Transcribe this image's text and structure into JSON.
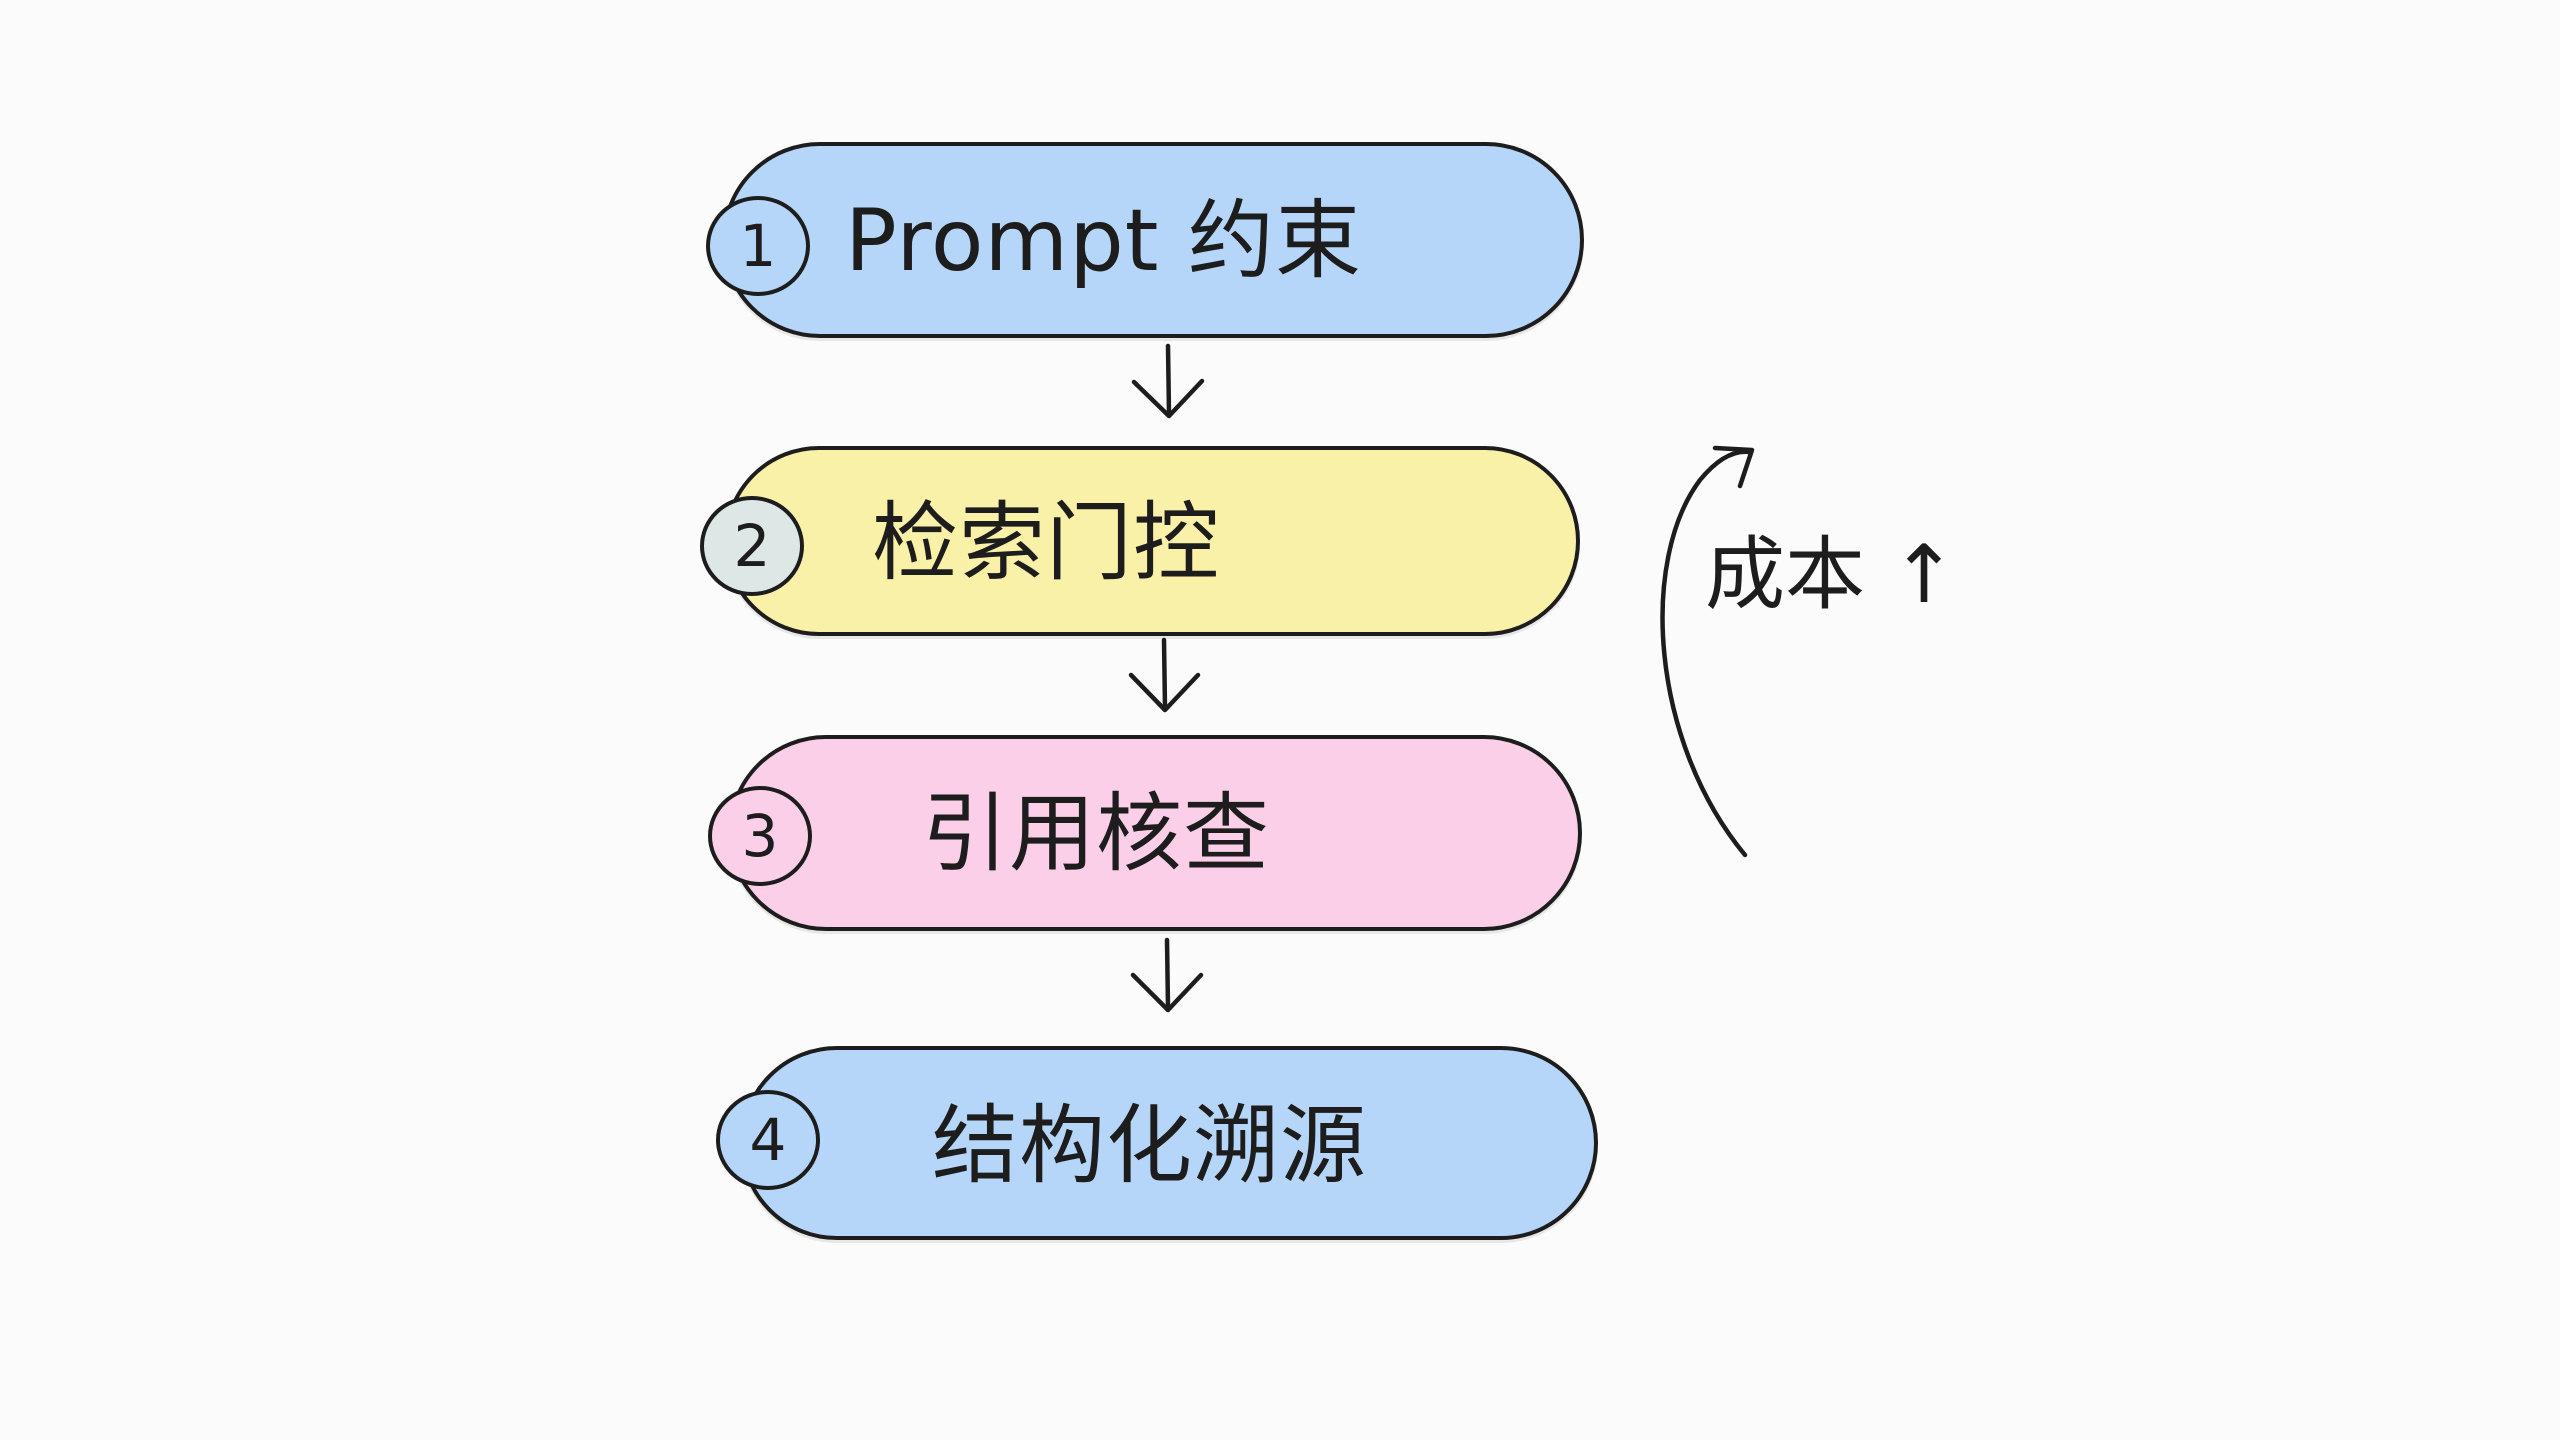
{
  "diagram": {
    "steps": [
      {
        "number": "1",
        "label": "Prompt 约束",
        "color": "#b5d6f8"
      },
      {
        "number": "2",
        "label": "检索门控",
        "color": "#faf1a8"
      },
      {
        "number": "3",
        "label": "引用核查",
        "color": "#fccfe9"
      },
      {
        "number": "4",
        "label": "结构化溯源",
        "color": "#b5d6f8"
      }
    ],
    "badge_colors": [
      "#b5d6f8",
      "#dde8e6",
      "#fccfe9",
      "#b5d6f8"
    ],
    "side_note": "成本 ↑",
    "line_color": "#1d1d1d"
  }
}
